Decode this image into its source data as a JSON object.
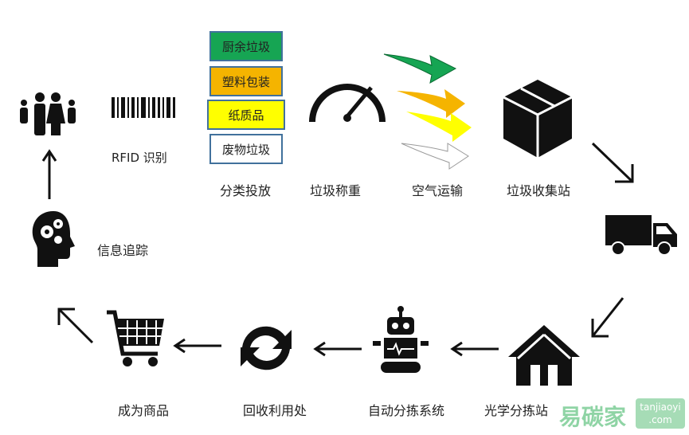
{
  "categories": [
    {
      "label": "厨余垃圾",
      "color": "#16a553"
    },
    {
      "label": "塑料包装",
      "color": "#f5b400"
    },
    {
      "label": "纸质品",
      "color": "#ffff00"
    },
    {
      "label": "废物垃圾",
      "color": "#ffffff"
    }
  ],
  "steps": {
    "sort": "分类投放",
    "weigh": "垃圾称重",
    "transport": "空气运输",
    "station": "垃圾收集站",
    "optical": "光学分拣站",
    "auto_sort": "自动分拣系统",
    "recycle": "回收利用处",
    "product": "成为商品",
    "tracking": "信息追踪",
    "rfid": "RFID  识别"
  },
  "watermark": {
    "cn": "易碳家",
    "en1": "tanjiaoyi",
    ".com": ".com"
  }
}
